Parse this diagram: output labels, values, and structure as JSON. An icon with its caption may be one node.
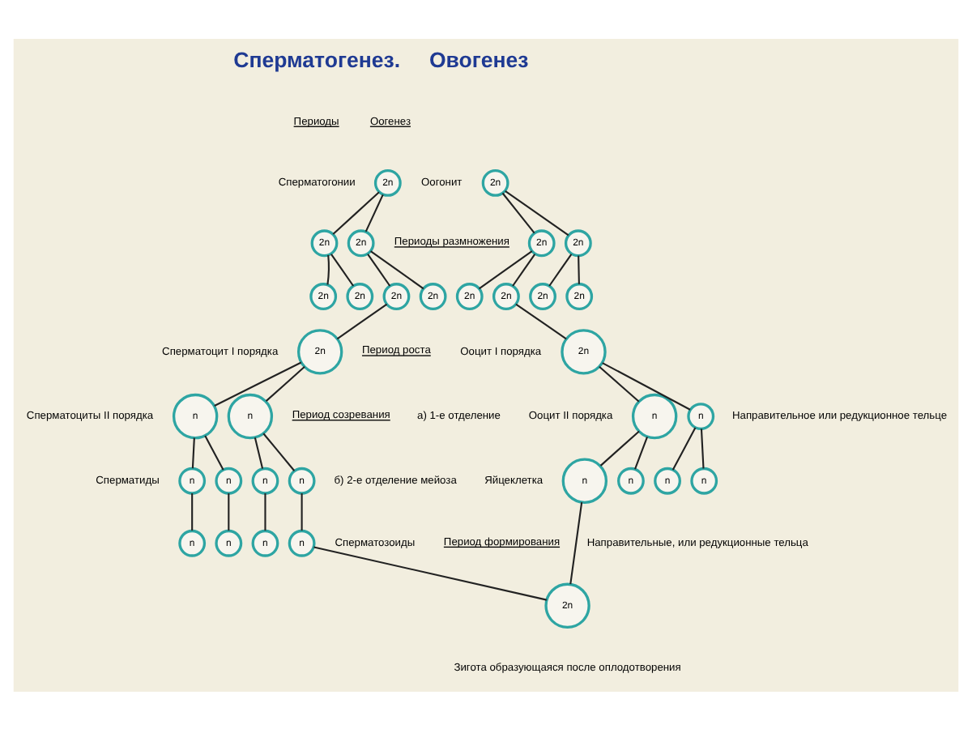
{
  "diagram": {
    "nodes": [
      {
        "text": [
          "2n"
        ]
      },
      {
        "text": [
          "2n"
        ]
      },
      {
        "text": [
          "2n"
        ]
      },
      {
        "text": [
          "2n"
        ]
      },
      {
        "text": [
          "2n"
        ]
      },
      {
        "text": [
          "2n"
        ]
      },
      {
        "text": [
          "2n"
        ]
      },
      {
        "text": [
          "2n"
        ]
      },
      {
        "text": [
          "n"
        ]
      },
      {
        "text": [
          "n"
        ]
      },
      {
        "text": [
          "n"
        ]
      },
      {
        "text": [
          "n"
        ]
      },
      {
        "text": [
          "n"
        ]
      },
      {
        "text": [
          "n"
        ]
      },
      {
        "text": [
          "n"
        ]
      },
      {
        "text": [
          "n"
        ]
      },
      {
        "text": [
          "n"
        ]
      },
      {
        "text": [
          "n"
        ]
      },
      {
        "text": [
          "2n"
        ]
      },
      {
        "text": [
          "2n"
        ]
      },
      {
        "text": [
          "2n"
        ]
      },
      {
        "text": [
          "2n"
        ]
      },
      {
        "text": [
          "2n"
        ]
      },
      {
        "text": [
          "2n"
        ]
      },
      {
        "text": [
          "2n"
        ]
      },
      {
        "text": [
          "2n"
        ]
      },
      {
        "text": [
          "n"
        ]
      },
      {
        "text": [
          "n"
        ],
        "beside": [
          "Направительное или редукционное тельце"
        ]
      },
      {
        "text": [
          "n"
        ],
        "beside": [
          "Яйцеклетка"
        ]
      },
      {
        "text": [
          "n"
        ]
      },
      {
        "text": [
          "n"
        ]
      },
      {
        "text": [
          "n"
        ]
      },
      {
        "text": [
          "2n"
        ],
        "beside": [
          "Зигота образующаяся после оплодотворения"
        ]
      }
    ],
    "edges": [
      {
        "from": 0,
        "to": 1,
        "arrow": "none"
      },
      {
        "from": 0,
        "to": 2,
        "arrow": "none"
      },
      {
        "from": 1,
        "to": 3,
        "arrow": "none"
      },
      {
        "from": 1,
        "to": 4,
        "arrow": "none"
      },
      {
        "from": 2,
        "to": 5,
        "arrow": "none"
      },
      {
        "from": 2,
        "to": 6,
        "arrow": "none"
      },
      {
        "from": 5,
        "to": 7,
        "arrow": "none"
      },
      {
        "from": 7,
        "to": 8,
        "arrow": "none"
      },
      {
        "from": 7,
        "to": 9,
        "arrow": "none"
      },
      {
        "from": 8,
        "to": 10,
        "arrow": "none"
      },
      {
        "from": 8,
        "to": 11,
        "arrow": "none"
      },
      {
        "from": 9,
        "to": 12,
        "arrow": "none"
      },
      {
        "from": 9,
        "to": 13,
        "arrow": "none"
      },
      {
        "from": 10,
        "to": 14,
        "arrow": "none"
      },
      {
        "from": 11,
        "to": 15,
        "arrow": "none"
      },
      {
        "from": 12,
        "to": 16,
        "arrow": "none"
      },
      {
        "from": 13,
        "to": 17,
        "arrow": "none"
      },
      {
        "from": 17,
        "to": 32,
        "arrow": "none"
      },
      {
        "from": 18,
        "to": 19,
        "arrow": "none"
      },
      {
        "from": 18,
        "to": 20,
        "arrow": "none"
      },
      {
        "from": 19,
        "to": 21,
        "arrow": "none"
      },
      {
        "from": 19,
        "to": 22,
        "arrow": "none"
      },
      {
        "from": 20,
        "to": 23,
        "arrow": "none"
      },
      {
        "from": 20,
        "to": 24,
        "arrow": "none"
      },
      {
        "from": 22,
        "to": 25,
        "arrow": "none"
      },
      {
        "from": 25,
        "to": 26,
        "arrow": "none"
      },
      {
        "from": 25,
        "to": 27,
        "arrow": "none"
      },
      {
        "from": 26,
        "to": 28,
        "arrow": "none"
      },
      {
        "from": 26,
        "to": 29,
        "arrow": "none"
      },
      {
        "from": 27,
        "to": 30,
        "arrow": "none"
      },
      {
        "from": 27,
        "to": 31,
        "arrow": "none"
      },
      {
        "from": 28,
        "to": 32,
        "arrow": "none"
      }
    ],
    "labels": [
      "Сперматогенез.",
      "Овогенез",
      "Периоды",
      "Оогенез",
      "Сперматогонии",
      "Периоды размножения",
      "Оогонит",
      "Сперматоцит I порядка",
      "Период роста",
      "Ооцит I порядка",
      "Сперматоциты II порядка",
      "Период созревания",
      "Ооцит II порядка",
      "а) 1-е отделение",
      "Сперматиды",
      "б) 2-е отделение мейоза",
      "Направительные, или редукционные тельца",
      "Период формирования",
      "Сперматозоиды"
    ]
  }
}
